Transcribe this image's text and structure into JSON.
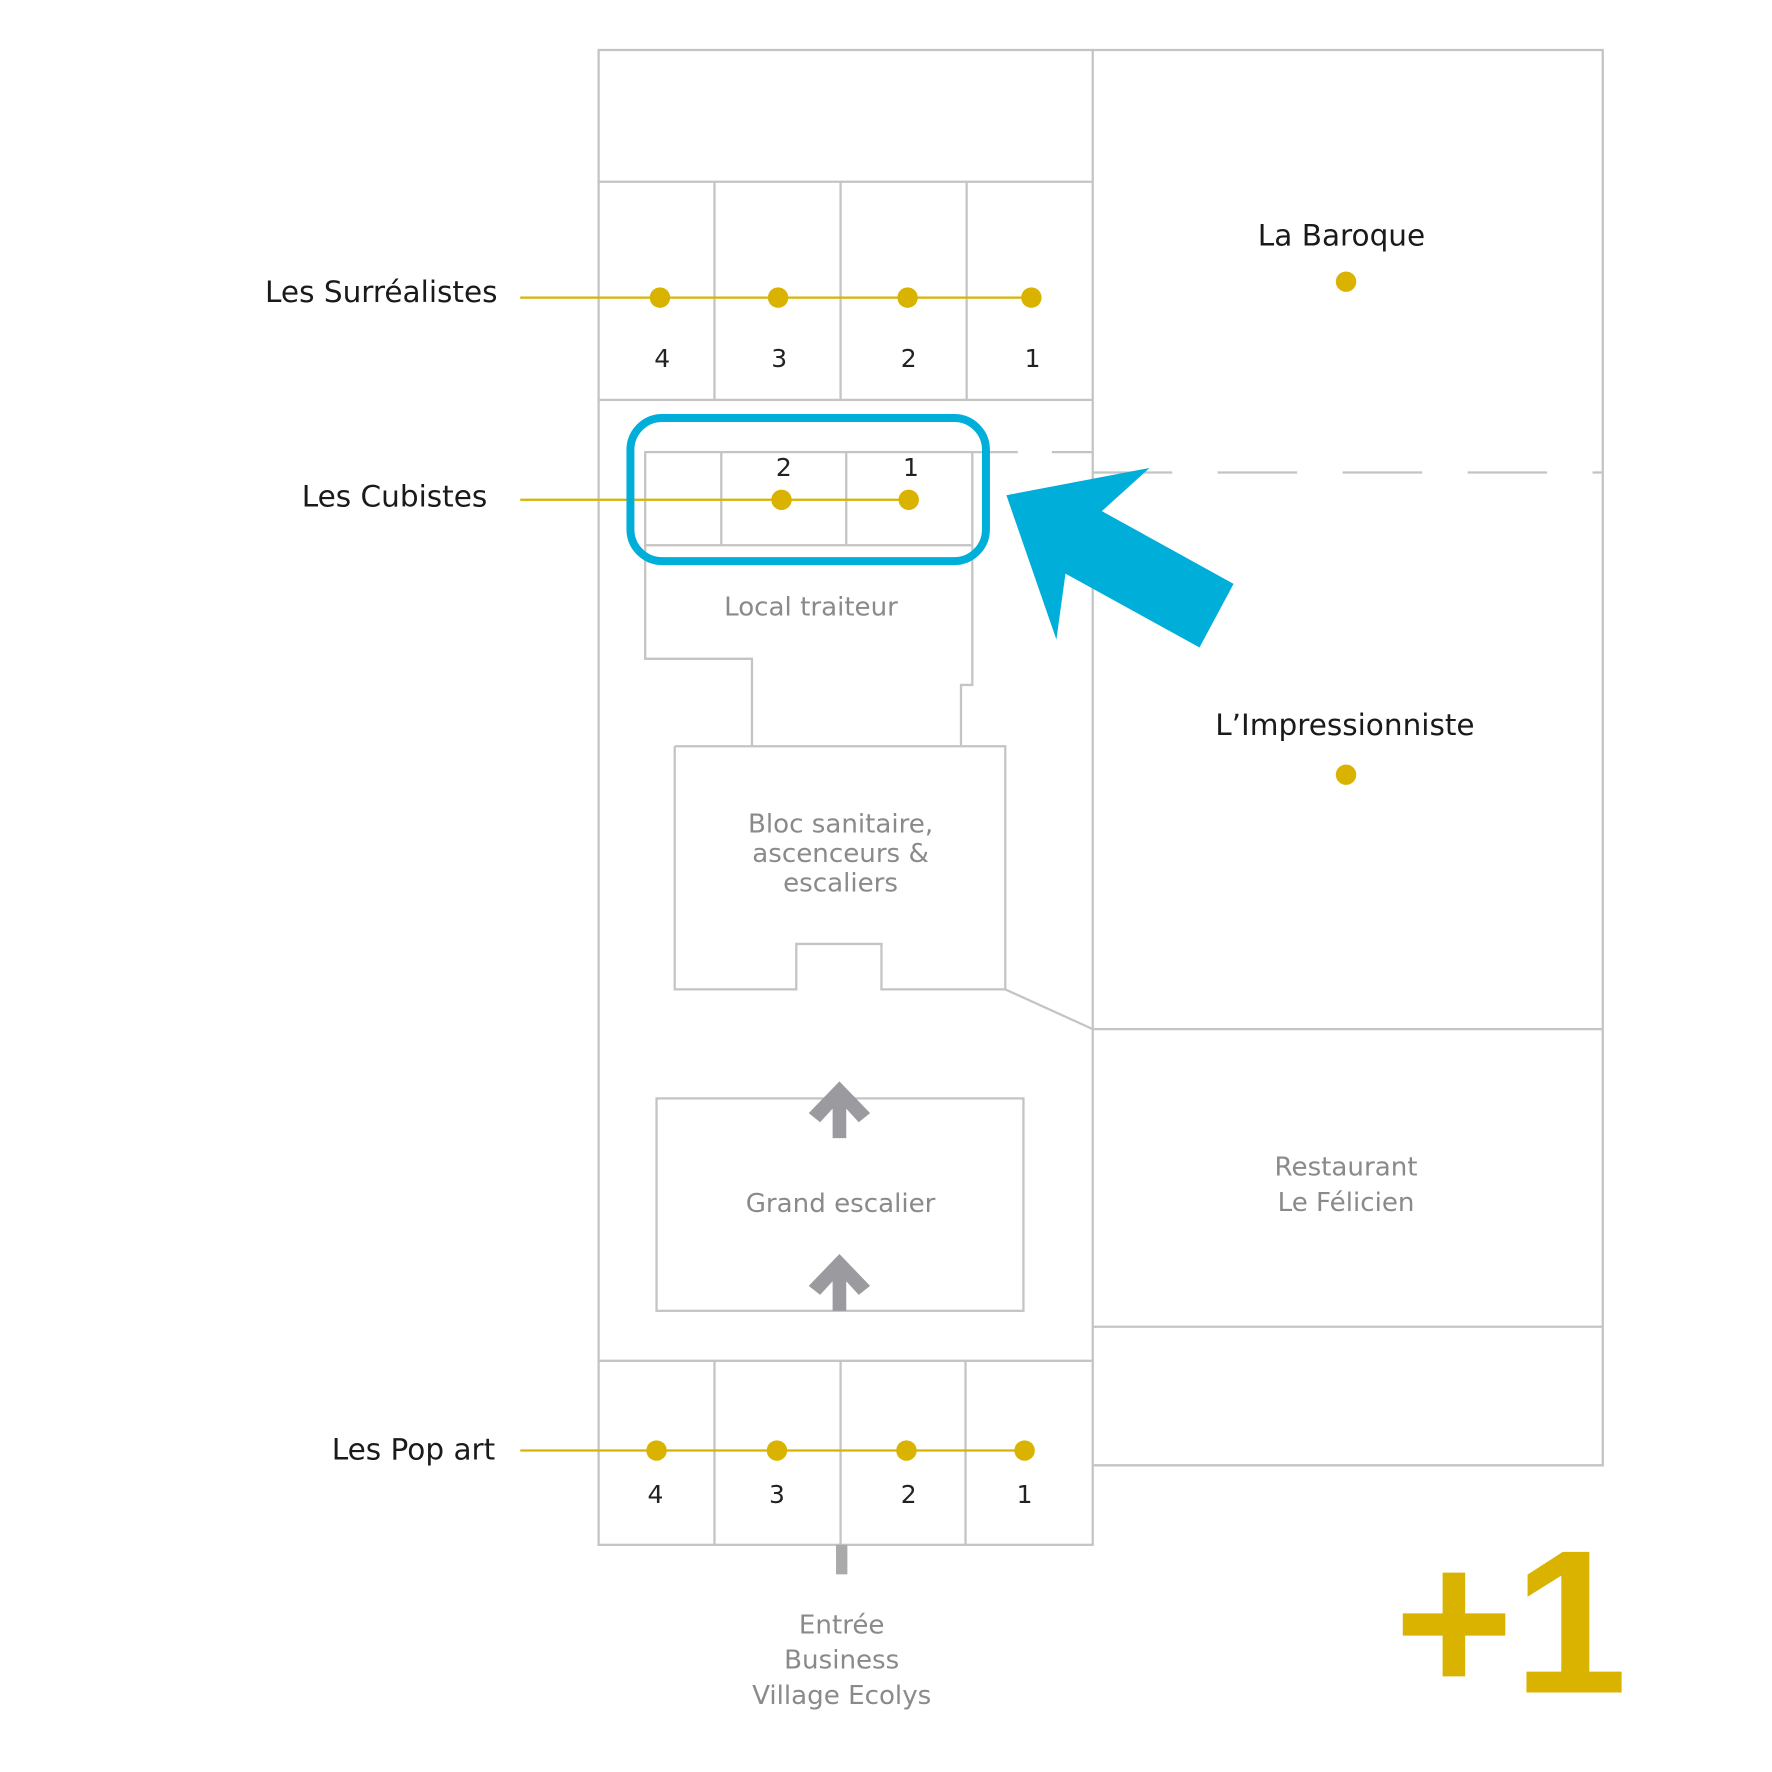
{
  "floor_badge": "+1",
  "colors": {
    "accent": "#d9b300",
    "highlight": "#00aeda",
    "walls": "#c4c4c4"
  },
  "groups": {
    "surrealistes": {
      "label": "Les Surréalistes",
      "rooms": [
        "4",
        "3",
        "2",
        "1"
      ]
    },
    "cubistes": {
      "label": "Les Cubistes",
      "rooms": [
        "2",
        "1"
      ]
    },
    "popart": {
      "label": "Les Pop art",
      "rooms": [
        "4",
        "3",
        "2",
        "1"
      ]
    }
  },
  "rooms": {
    "baroque": "La Baroque",
    "impressionniste": "L’Impressionniste",
    "local_traiteur": "Local traiteur",
    "bloc": [
      "Bloc sanitaire,",
      "ascenceurs &",
      "escaliers"
    ],
    "grand_escalier": "Grand escalier",
    "restaurant": [
      "Restaurant",
      "Le Félicien"
    ],
    "entree": [
      "Entrée",
      "Business",
      "Village Ecolys"
    ]
  }
}
